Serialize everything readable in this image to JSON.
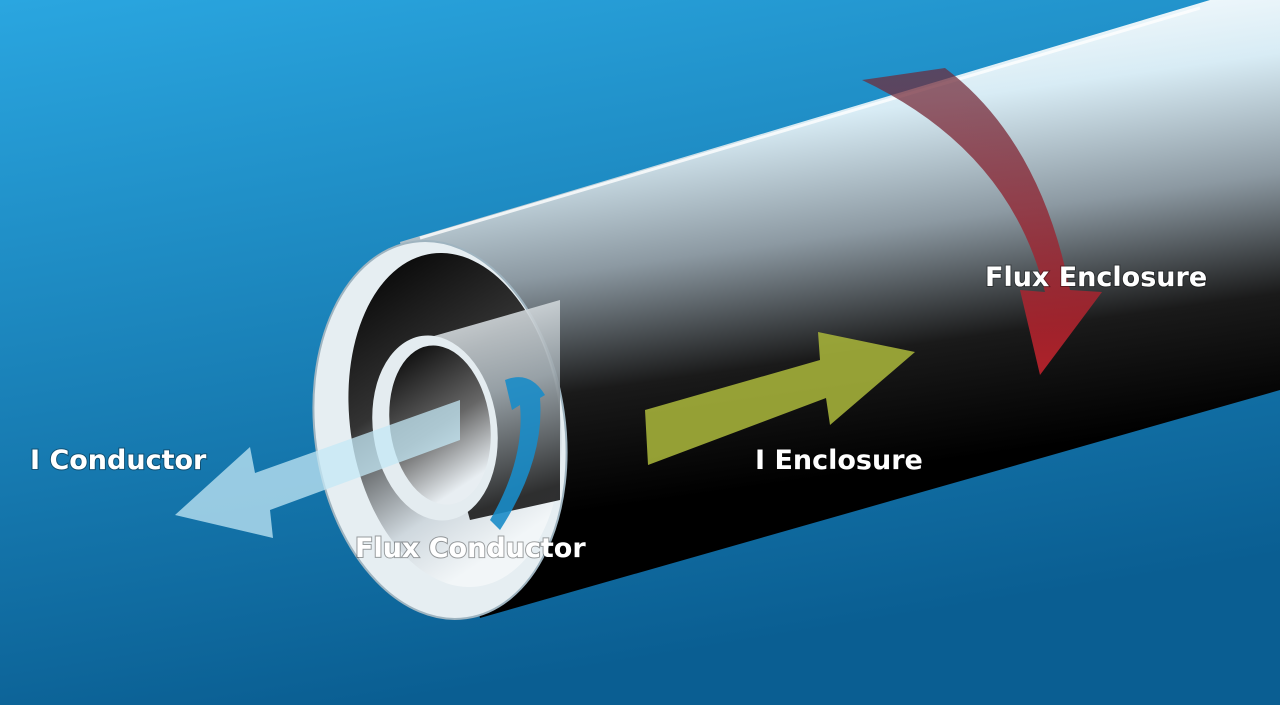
{
  "labels": {
    "i_conductor": "I Conductor",
    "flux_conductor": "Flux Conductor",
    "i_enclosure": "I Enclosure",
    "flux_enclosure": "Flux Enclosure"
  },
  "colors": {
    "background_top": "#2aa6e0",
    "background_bottom": "#0a5e92",
    "i_conductor_arrow": "#bfe6f5",
    "flux_conductor_arrow": "#1a8cc8",
    "i_enclosure_arrow": "#a4b03a",
    "flux_enclosure_arrow": "#b8262e"
  }
}
